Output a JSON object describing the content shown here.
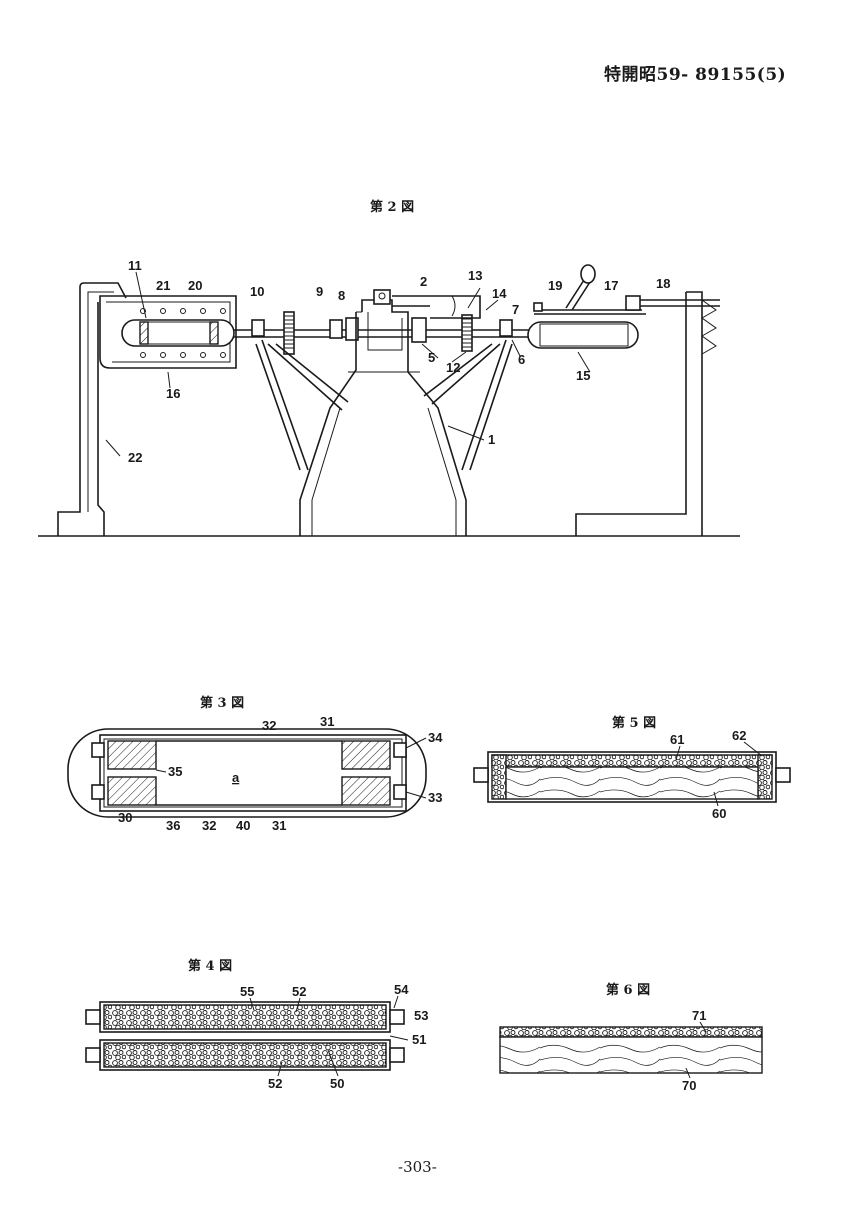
{
  "header": {
    "publication_number": "特開昭59- 89155(5)"
  },
  "figures": {
    "fig2": {
      "caption": "第 2 図",
      "labels": [
        "11",
        "21",
        "20",
        "10",
        "9",
        "8",
        "2",
        "13",
        "14",
        "19",
        "17",
        "18",
        "7",
        "5",
        "12",
        "6",
        "15",
        "16",
        "22",
        "1"
      ]
    },
    "fig3": {
      "caption": "第 3 図",
      "labels": [
        "32",
        "31",
        "34",
        "35",
        "a",
        "33",
        "30",
        "36",
        "32",
        "40",
        "31"
      ]
    },
    "fig5": {
      "caption": "第 5 図",
      "labels": [
        "61",
        "62",
        "60"
      ]
    },
    "fig4": {
      "caption": "第 4 図",
      "labels": [
        "55",
        "52",
        "54",
        "53",
        "51",
        "52",
        "50"
      ]
    },
    "fig6": {
      "caption": "第 6 図",
      "labels": [
        "71",
        "70"
      ]
    }
  },
  "page_number": "-303-"
}
